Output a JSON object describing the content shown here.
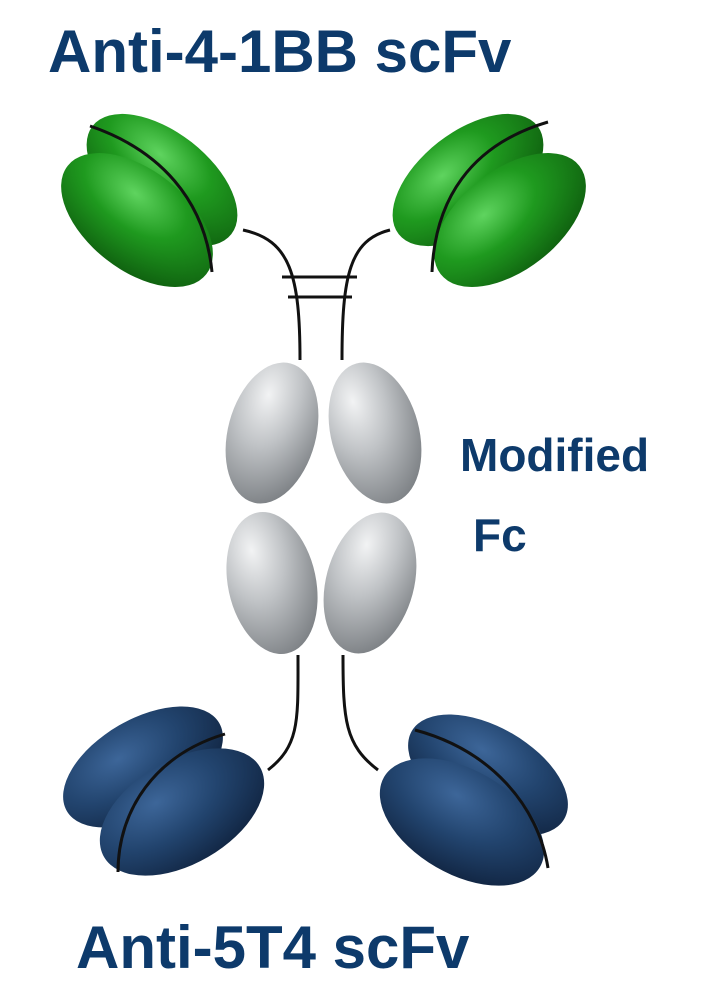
{
  "labels": {
    "top": "Anti-4-1BB scFv",
    "bottom": "Anti-5T4 scFv",
    "fc_line1": "Modified",
    "fc_line2": "Fc"
  },
  "colors": {
    "text": "#0d3a6b",
    "green_domain": "#1f9a1f",
    "green_dark": "#0f5f0f",
    "grey_domain": "#c0c3c6",
    "grey_dark": "#7d8185",
    "blue_domain": "#22446e",
    "blue_dark": "#112542",
    "linker": "#111111"
  }
}
